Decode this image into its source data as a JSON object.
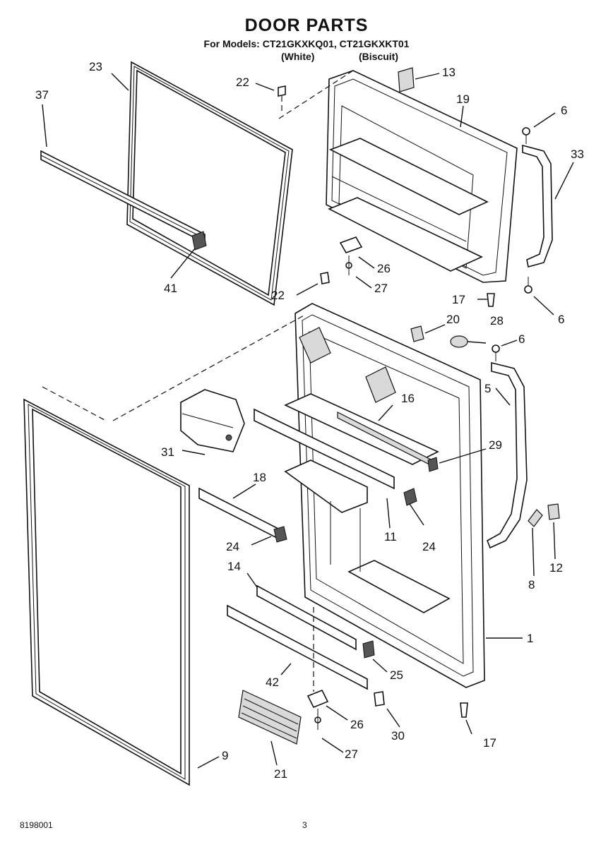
{
  "header": {
    "title": "DOOR PARTS",
    "models": "For Models: CT21GKXKQ01, CT21GKXKT01",
    "color_white": "(White)",
    "color_biscuit": "(Biscuit)"
  },
  "callouts": [
    "23",
    "22",
    "13",
    "37",
    "19",
    "6",
    "33",
    "26",
    "27",
    "41",
    "22",
    "17",
    "6",
    "20",
    "28",
    "6",
    "16",
    "5",
    "31",
    "29",
    "18",
    "11",
    "24",
    "24",
    "8",
    "12",
    "14",
    "1",
    "42",
    "25",
    "26",
    "30",
    "17",
    "27",
    "9",
    "21"
  ],
  "footer": {
    "doc_number": "8198001",
    "page_number": "3"
  }
}
